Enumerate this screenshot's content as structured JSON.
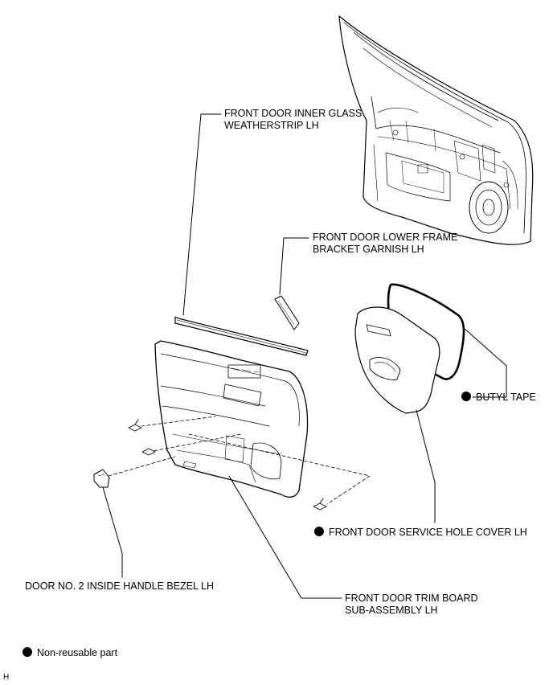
{
  "labels": {
    "weatherstrip_line1": "FRONT DOOR INNER GLASS",
    "weatherstrip_line2": "WEATHERSTRIP LH",
    "garnish_line1": "FRONT DOOR LOWER FRAME",
    "garnish_line2": "BRACKET GARNISH LH",
    "butyl_tape": "BUTYL TAPE",
    "service_hole_cover": "FRONT DOOR SERVICE HOLE COVER LH",
    "handle_bezel": "DOOR NO. 2 INSIDE HANDLE BEZEL LH",
    "trim_board_line1": "FRONT DOOR TRIM BOARD",
    "trim_board_line2": "SUB-ASSEMBLY LH"
  },
  "legend": {
    "symbol": "filled-circle",
    "text": "Non-reusable part"
  },
  "corner_code": "H",
  "non_reusable_parts": [
    "BUTYL TAPE",
    "FRONT DOOR SERVICE HOLE COVER LH"
  ]
}
